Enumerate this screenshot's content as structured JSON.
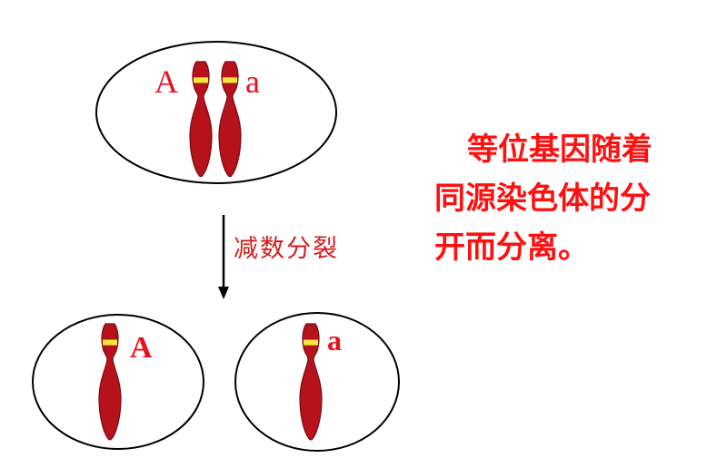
{
  "diagram": {
    "parent_cell": {
      "left_allele": "A",
      "right_allele": "a"
    },
    "arrow_label": "减数分裂",
    "daughter_cells": [
      {
        "allele": "A"
      },
      {
        "allele": "a"
      }
    ],
    "explanation_lines": [
      "等位基因随着",
      "同源染色体的分",
      "开而分离。"
    ],
    "colors": {
      "chromosome_fill": "#b5121b",
      "chromosome_stroke": "#7a0a10",
      "gene_band": "#f5e63c",
      "label_red": "#e8101a",
      "outline": "#000000"
    }
  }
}
